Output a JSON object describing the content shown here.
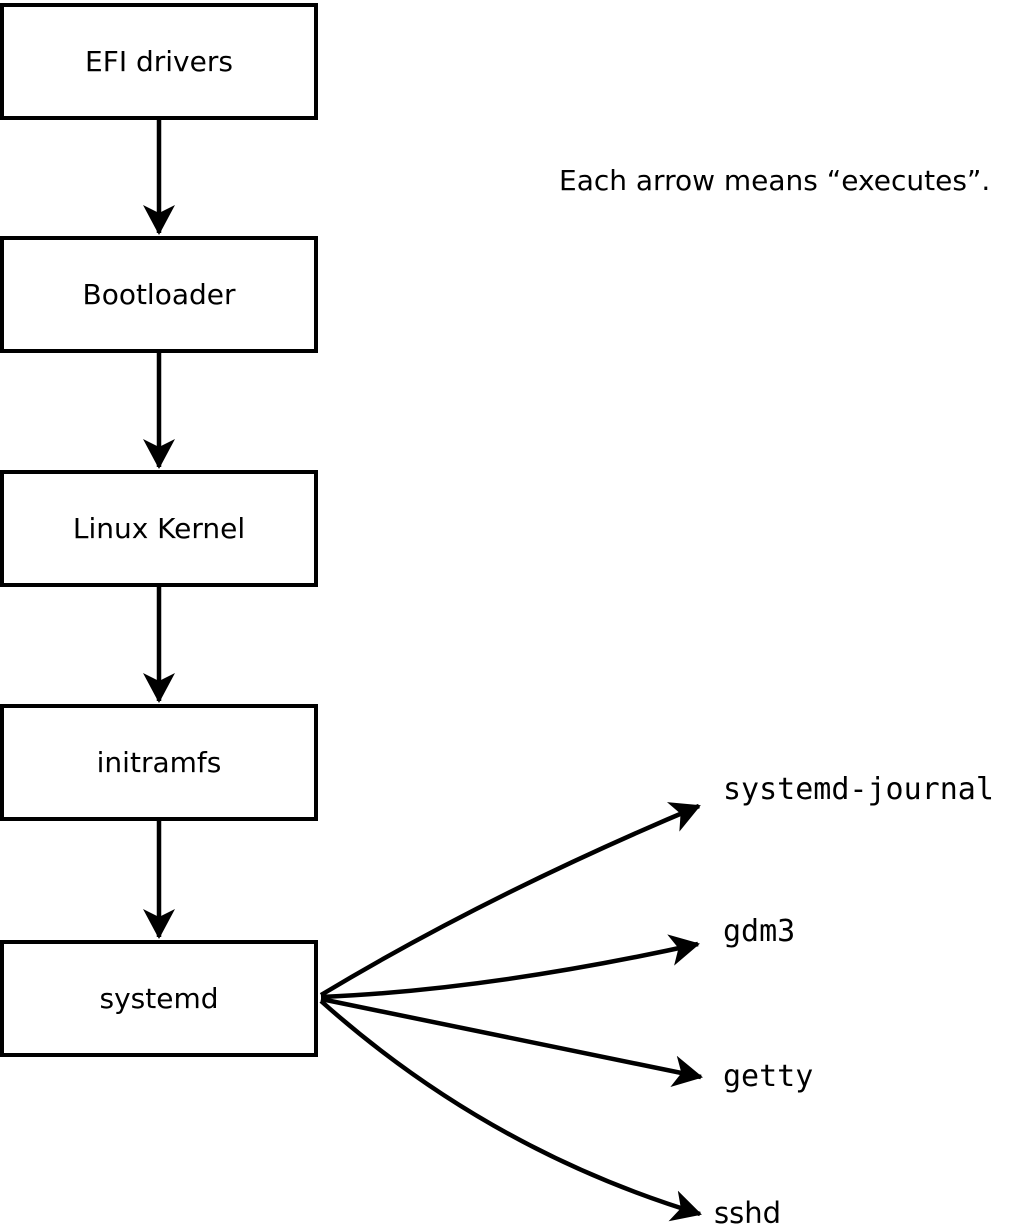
{
  "diagram": {
    "note": "Each arrow means “executes”.",
    "boot_chain": [
      {
        "label": "EFI drivers"
      },
      {
        "label": "Bootloader"
      },
      {
        "label": "Linux Kernel"
      },
      {
        "label": "initramfs"
      },
      {
        "label": "systemd"
      }
    ],
    "spawned_processes": [
      {
        "label": "systemd-journal"
      },
      {
        "label": "gdm3"
      },
      {
        "label": "getty"
      },
      {
        "label": "sshd"
      }
    ],
    "edges": [
      {
        "from": "EFI drivers",
        "to": "Bootloader"
      },
      {
        "from": "Bootloader",
        "to": "Linux Kernel"
      },
      {
        "from": "Linux Kernel",
        "to": "initramfs"
      },
      {
        "from": "initramfs",
        "to": "systemd"
      },
      {
        "from": "systemd",
        "to": "systemd-journal"
      },
      {
        "from": "systemd",
        "to": "gdm3"
      },
      {
        "from": "systemd",
        "to": "getty"
      },
      {
        "from": "systemd",
        "to": "sshd"
      }
    ],
    "colors": {
      "line": "#000000",
      "box_fill": "#ffffff",
      "background": "#ffffff",
      "text": "#000000"
    }
  }
}
